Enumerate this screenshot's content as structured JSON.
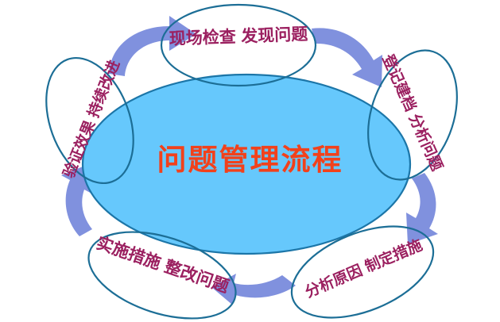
{
  "diagram": {
    "type": "cycle",
    "center": {
      "title": "问题管理流程",
      "fill_color": "#66C8FC",
      "stroke_color": "#1C76A8",
      "text_color": "#F2411B"
    },
    "node_style": {
      "fill_color": "#FFFFFF",
      "stroke_color": "#1C6E96",
      "text_color": "#9B2060"
    },
    "arrow_style": {
      "fill_color": "#8091DE"
    },
    "nodes": [
      {
        "id": "node-inspection",
        "label": "现场检查 发现问题",
        "position": "top"
      },
      {
        "id": "node-record",
        "label": "登记建档 分析问题",
        "position": "top-right"
      },
      {
        "id": "node-cause",
        "label": "分析原因 制定措施",
        "position": "bottom-right"
      },
      {
        "id": "node-implement",
        "label": "实施措施 整改问题",
        "position": "bottom-left"
      },
      {
        "id": "node-verify",
        "label": "验证效果 持续改进",
        "position": "left"
      }
    ],
    "arrows": [
      {
        "id": "arrow-top-left",
        "from": "node-verify",
        "to": "node-inspection"
      },
      {
        "id": "arrow-top-right",
        "from": "node-inspection",
        "to": "node-record"
      },
      {
        "id": "arrow-right",
        "from": "node-record",
        "to": "node-cause"
      },
      {
        "id": "arrow-bottom",
        "from": "node-cause",
        "to": "node-implement"
      },
      {
        "id": "arrow-left",
        "from": "node-implement",
        "to": "node-verify"
      }
    ]
  }
}
